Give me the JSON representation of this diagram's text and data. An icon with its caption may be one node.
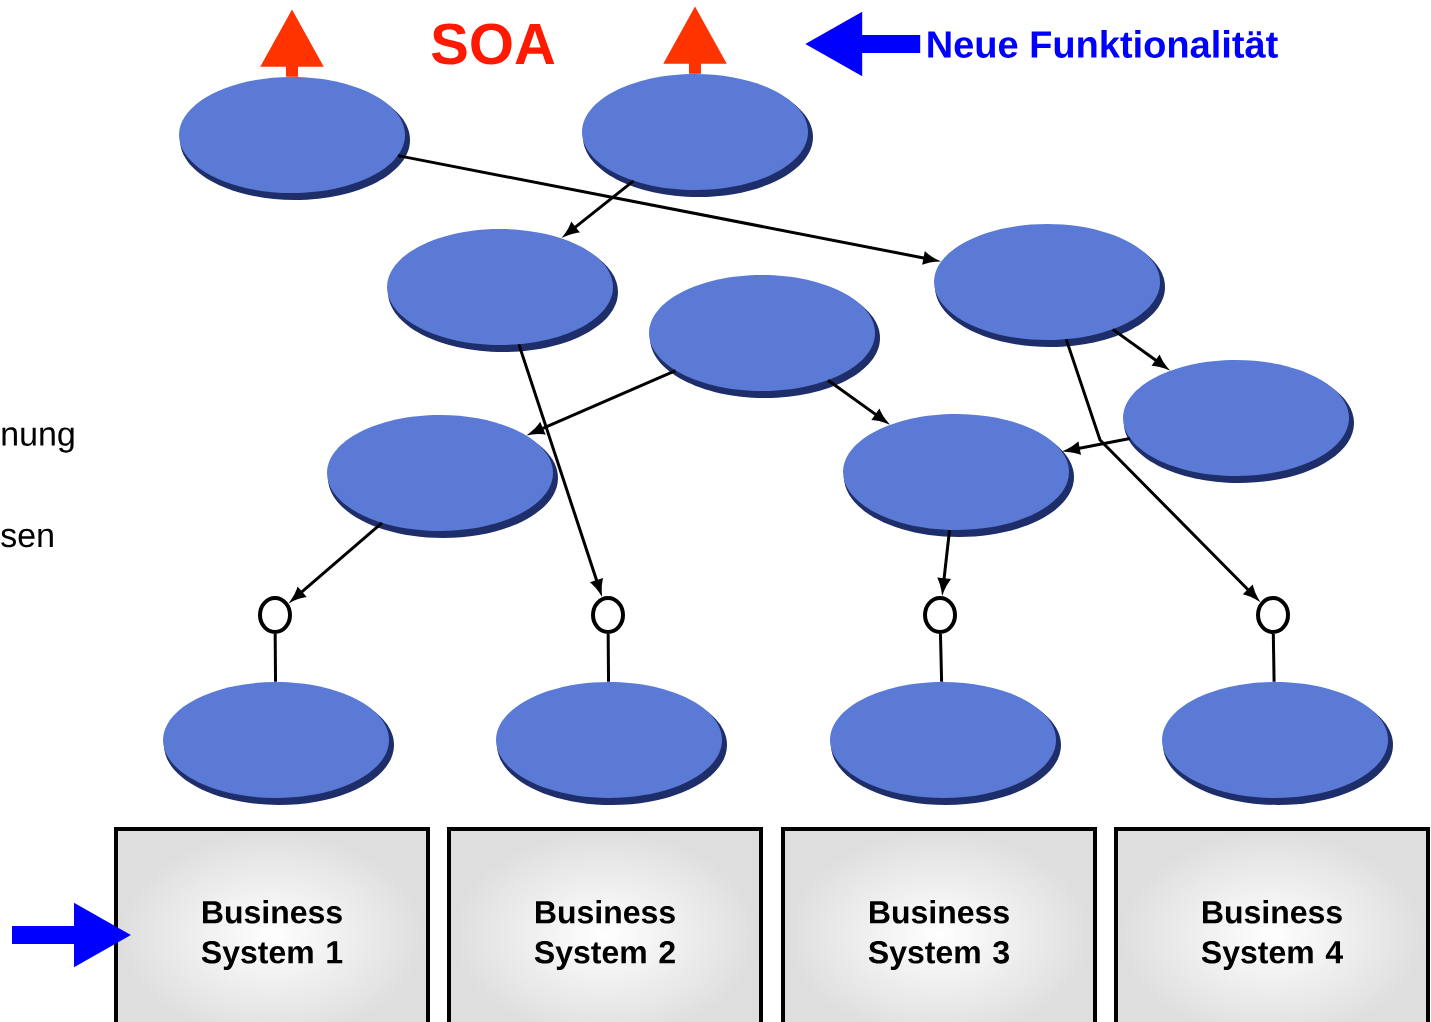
{
  "diagram": {
    "title": "SOA",
    "nodes": [
      {
        "text": [],
        "shape": "ellipse"
      },
      {
        "text": [],
        "shape": "ellipse"
      },
      {
        "text": [
          "Neue Funktionalität"
        ]
      },
      {
        "text": [],
        "shape": "ellipse"
      },
      {
        "text": [],
        "shape": "ellipse"
      },
      {
        "text": [],
        "shape": "ellipse"
      },
      {
        "text": [],
        "shape": "ellipse"
      },
      {
        "text": [],
        "shape": "ellipse"
      },
      {
        "text": [],
        "shape": "ellipse"
      },
      {
        "text": [],
        "shape": "circle"
      },
      {
        "text": [],
        "shape": "circle"
      },
      {
        "text": [],
        "shape": "circle"
      },
      {
        "text": [],
        "shape": "circle"
      },
      {
        "text": [],
        "shape": "ellipse"
      },
      {
        "text": [],
        "shape": "ellipse"
      },
      {
        "text": [],
        "shape": "ellipse"
      },
      {
        "text": [],
        "shape": "ellipse"
      },
      {
        "text": [
          "Business System 1"
        ]
      },
      {
        "text": [
          "Business System 2"
        ]
      },
      {
        "text": [
          "Business System 3"
        ]
      },
      {
        "text": [
          "Business System 4"
        ]
      }
    ],
    "edges": [
      {
        "from": 0,
        "to": null,
        "arrow": "to",
        "style": "thick",
        "color": "#ff3300"
      },
      {
        "from": 1,
        "to": null,
        "arrow": "to",
        "style": "thick",
        "color": "#ff3300"
      },
      {
        "from": 2,
        "to": null,
        "arrow": "to",
        "style": "thick",
        "color": "#0000ff"
      },
      {
        "from": 0,
        "to": 5,
        "arrow": "to"
      },
      {
        "from": 1,
        "to": 3,
        "arrow": "to"
      },
      {
        "from": 3,
        "to": 10,
        "arrow": "to"
      },
      {
        "from": 4,
        "to": 6,
        "arrow": "to"
      },
      {
        "from": 4,
        "to": 7,
        "arrow": "to"
      },
      {
        "from": 5,
        "to": 8,
        "arrow": "to"
      },
      {
        "from": 5,
        "to": 12,
        "arrow": "to"
      },
      {
        "from": 8,
        "to": 7,
        "arrow": "to"
      },
      {
        "from": 6,
        "to": 9,
        "arrow": "to"
      },
      {
        "from": 7,
        "to": 11,
        "arrow": "to"
      },
      {
        "from": 9,
        "to": 13,
        "arrow": "none"
      },
      {
        "from": 10,
        "to": 14,
        "arrow": "none"
      },
      {
        "from": 11,
        "to": 15,
        "arrow": "none"
      },
      {
        "from": 12,
        "to": 16,
        "arrow": "none"
      },
      {
        "from": null,
        "to": 17,
        "arrow": "to",
        "style": "thick",
        "color": "#0000ff"
      }
    ],
    "labels": [
      "nung",
      "sen"
    ]
  }
}
